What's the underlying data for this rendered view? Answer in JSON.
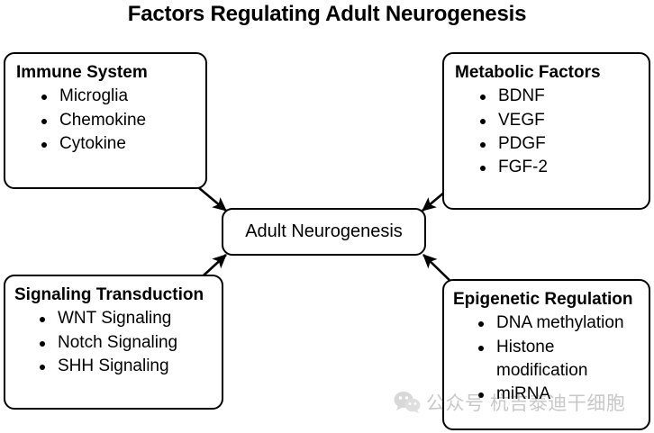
{
  "title": "Factors Regulating Adult Neurogenesis",
  "center": {
    "label": "Adult Neurogenesis"
  },
  "nodes": [
    {
      "id": "immune",
      "heading": "Immune System",
      "items": [
        "Microglia",
        "Chemokine",
        "Cytokine"
      ]
    },
    {
      "id": "metabolic",
      "heading": "Metabolic Factors",
      "items": [
        "BDNF",
        "VEGF",
        "PDGF",
        "FGF-2"
      ]
    },
    {
      "id": "signaling",
      "heading": "Signaling Transduction",
      "items": [
        "WNT Signaling",
        "Notch Signaling",
        "SHH Signaling"
      ]
    },
    {
      "id": "epigenetic",
      "heading": "Epigenetic Regulation",
      "items": [
        "DNA methylation",
        "Histone modification",
        "miRNA"
      ]
    }
  ],
  "watermark": {
    "icon": "wechat-icon",
    "text": "公众号 杭吉泰迪干细胞"
  },
  "colors": {
    "background": "#ffffff",
    "stroke": "#000000",
    "text": "#000000",
    "watermark": "#4d4d4d"
  }
}
